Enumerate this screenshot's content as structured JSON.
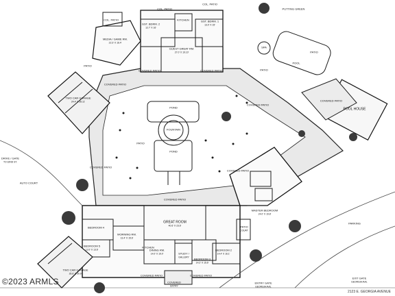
{
  "watermark": "©2023 ARMLS",
  "address": "2123 E. GEORGIA AVENUE",
  "rooms": {
    "col_patio_left": "COL. PATIO",
    "col_patio_top": "COL. PATIO",
    "col_patio_right": "COL. PATIO",
    "guest_bdrm_2": {
      "name": "GST. BDRM. 2",
      "dim": "12.7' X 16'"
    },
    "kitchen_top": "KITCHEN",
    "guest_bdrm_1": {
      "name": "GST. BDRM. 1",
      "dim": "13.0' X 15'"
    },
    "media_game": {
      "name": "MEDIA / GAME RM.",
      "dim": "22.3' X 16.4'"
    },
    "guest_great_rm": {
      "name": "GUEST GREAT RM.",
      "dim": "27.0' X 19.10'"
    },
    "covered_patio_top_left": "COVERED PATIO",
    "covered_patio_top_right": "COVERED PATIO",
    "spa": "SPA",
    "putting_green": "PUTTING GREEN",
    "patio_top_left": "PATIO",
    "patio_pool_right": "PATIO",
    "pool": "POOL",
    "patio_mid": "PATIO",
    "covered_patio_big": "COVERED PATIO",
    "covered_patio_pool": "COVERED PATIO",
    "pool_house": "POOL HOUSE",
    "two_car_garage_top": {
      "name": "TWO CAR GARAGE",
      "dim": "24.4' X 28.11'"
    },
    "pond_top": "POND",
    "fountain": "FOUNTAIN",
    "pond_bottom": "POND",
    "patio_court": "PATIO",
    "covered_patio_right": "COVERED PATIO",
    "drive_gate": {
      "name": "DRIVE / GATE",
      "dim": "TO 32ND ST."
    },
    "covered_patio_left": "COVERED PATIO",
    "auto_court": "AUTO COURT",
    "covered_patio_mid": "COVERED PATIO",
    "covered_patio_lower": "COVERED PATIO",
    "bedroom_4": "BEDROOM 4",
    "bedroom_5": {
      "name": "BEDROOM 5",
      "dim": "12.0' X 13.6'"
    },
    "morning_rm": {
      "name": "MORNING RM.",
      "dim": "13.4' X 15.6'"
    },
    "great_room": {
      "name": "GREAT ROOM",
      "dim": "40.6' X 23.6'"
    },
    "master_bedroom": {
      "name": "MASTER BEDROOM",
      "dim": "24.0' X 19.8'"
    },
    "patio_court_right": {
      "name": "PATIO",
      "dim": "COURT"
    },
    "parking": "PARKING",
    "kitchen_bottom": "KITCHEN",
    "dining_rm": {
      "name": "DINING RM.",
      "dim": "14.0' X 19.0'"
    },
    "study_gallery": {
      "name": "STUDY /",
      "dim": "GALLERY"
    },
    "bedroom_3": {
      "name": "BEDROOM 3",
      "dim": "14.2' X 15.6'"
    },
    "bedroom_2": {
      "name": "BEDROOM 2",
      "dim": "14.4' X 16.1'"
    },
    "two_car_garage_bottom": {
      "name": "TWO CAR GARAGE",
      "dim": "26.6' X 30.6'"
    },
    "covered_patio_bottom_left": "COVERED PATIO",
    "covered_entry": {
      "name": "COVERED",
      "dim": "ENTRY"
    },
    "covered_patio_bottom_right": "COVERED PATIO",
    "entry_gate": {
      "name": "ENTRY GATE",
      "dim": "GEORGIA AVE."
    },
    "exit_gate": {
      "name": "EXIT GATE",
      "dim": "GEORGIA AVE."
    }
  }
}
